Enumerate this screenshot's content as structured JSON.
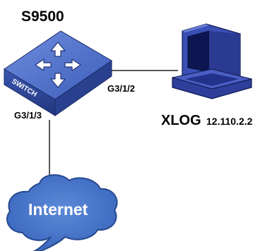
{
  "diagram": {
    "switch": {
      "name": "S9500",
      "badge": "SWITCH",
      "icon": "network-switch-icon",
      "color_top": "#4a6fc9",
      "color_side": "#28428f"
    },
    "computer": {
      "name": "XLOG",
      "ip": "12.110.2.2",
      "icon": "computer-icon",
      "color": "#2b3fa0"
    },
    "cloud": {
      "label": "Internet",
      "icon": "cloud-icon",
      "color": "#4674c8"
    },
    "ports": {
      "to_computer": "G3/1/2",
      "to_internet": "G3/1/3"
    }
  }
}
